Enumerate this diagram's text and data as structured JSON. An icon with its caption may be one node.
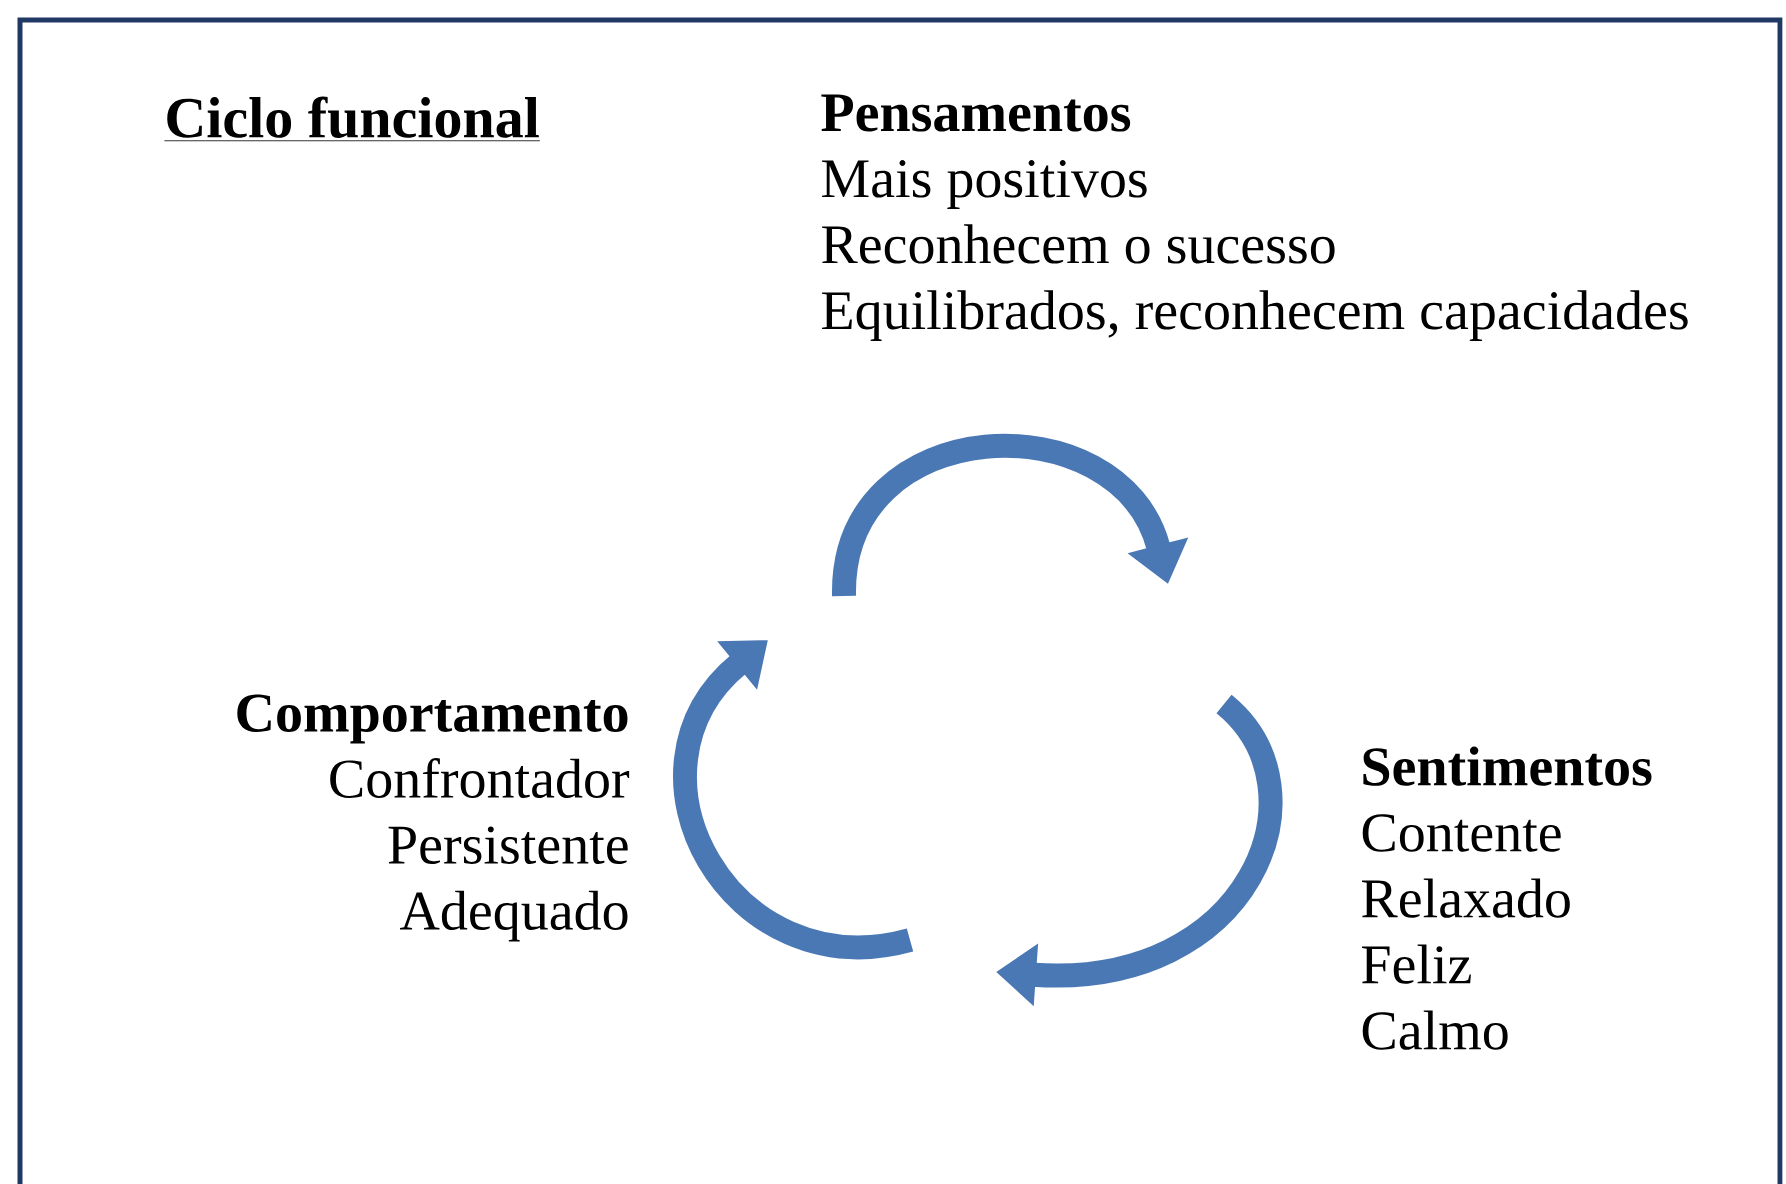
{
  "diagram": {
    "title": "Ciclo funcional",
    "nodes": [
      {
        "text": [
          "Pensamentos",
          "Mais positivos",
          "Reconhecem o sucesso",
          "Equilibrados, reconhecem capacidades"
        ]
      },
      {
        "text": [
          "Sentimentos",
          "Contente",
          "Relaxado",
          "Feliz",
          "Calmo"
        ]
      },
      {
        "text": [
          "Comportamento",
          "Confrontador",
          "Persistente",
          "Adequado"
        ]
      }
    ]
  }
}
